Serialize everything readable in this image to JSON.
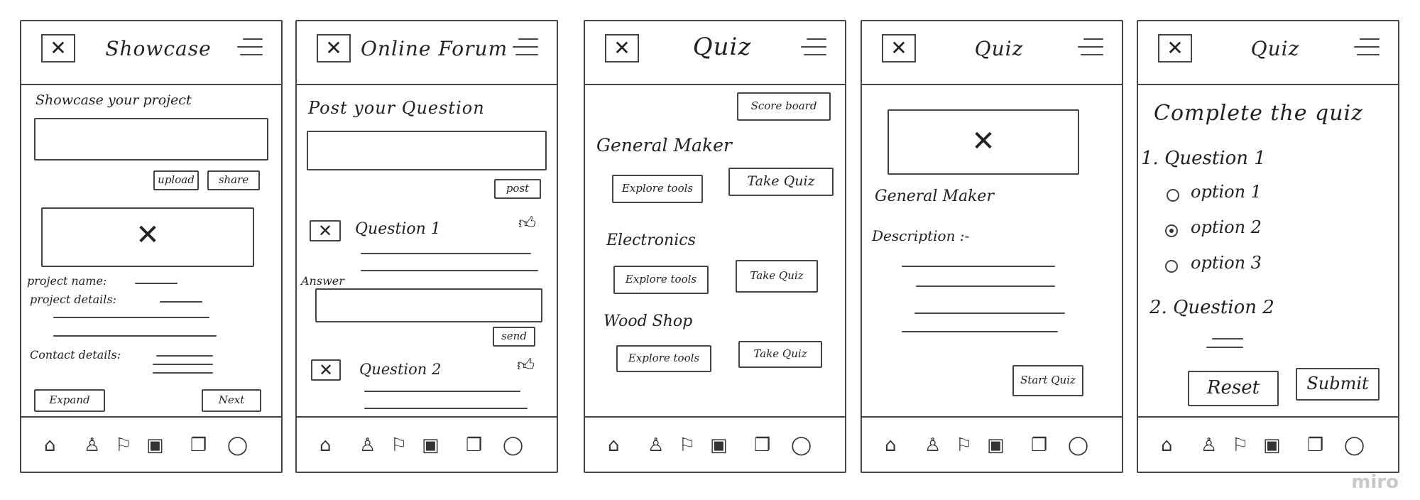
{
  "screens": {
    "showcase": {
      "title": "Showcase",
      "heading": "Showcase your project",
      "upload": "upload",
      "share": "share",
      "project_name": "project name:",
      "project_details": "project details:",
      "contact_details": "Contact details:",
      "expand": "Expand",
      "next": "Next"
    },
    "forum": {
      "title": "Online Forum",
      "heading": "Post your Question",
      "post": "post",
      "question1": "Question 1",
      "answer": "Answer",
      "send": "send",
      "question2": "Question 2"
    },
    "quiz_list": {
      "title": "Quiz",
      "scoreboard": "Score board",
      "categories": [
        {
          "name": "General Maker",
          "explore": "Explore tools",
          "take": "Take Quiz"
        },
        {
          "name": "Electronics",
          "explore": "Explore tools",
          "take": "Take Quiz"
        },
        {
          "name": "Wood Shop",
          "explore": "Explore tools",
          "take": "Take Quiz"
        }
      ]
    },
    "quiz_detail": {
      "title": "Quiz",
      "name": "General Maker",
      "description": "Description :-",
      "start": "Start Quiz"
    },
    "quiz_take": {
      "title": "Quiz",
      "heading": "Complete the quiz",
      "q1": "1. Question 1",
      "options": [
        "option 1",
        "option 2",
        "option 3"
      ],
      "selected_option": 2,
      "q2": "2. Question 2",
      "reset": "Reset",
      "submit": "Submit"
    }
  },
  "footer_icons": [
    "home-icon",
    "user-icon",
    "bookmark-icon",
    "chat-icon",
    "messages-icon",
    "profile-circle-icon"
  ],
  "watermark": "miro"
}
